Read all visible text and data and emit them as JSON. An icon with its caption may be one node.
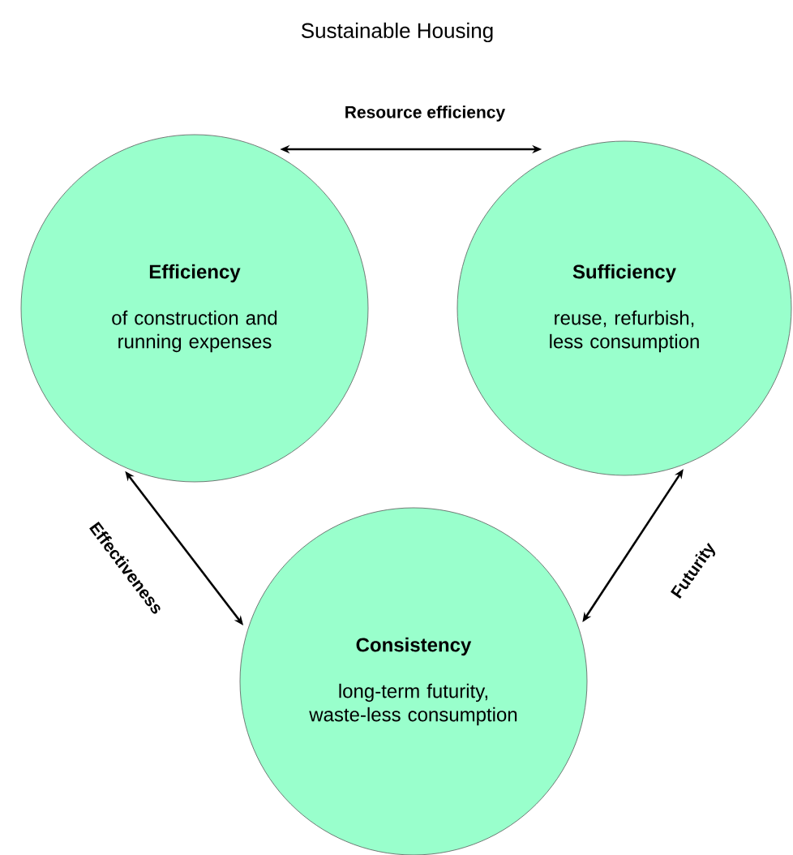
{
  "diagram": {
    "title": "Sustainable Housing",
    "nodes": [
      {
        "text": [
          "Efficiency",
          "of construction and running expenses"
        ]
      },
      {
        "text": [
          "Sufficiency",
          "reuse, refurbish, less consumption"
        ]
      },
      {
        "text": [
          "Consistency",
          "long-term futurity, waste-less consumption"
        ]
      }
    ],
    "edges": [
      {
        "from": 0,
        "to": 1,
        "arrow": "both",
        "label": "Resource efficiency"
      },
      {
        "from": 0,
        "to": 2,
        "arrow": "both",
        "label": "Effectiveness"
      },
      {
        "from": 1,
        "to": 2,
        "arrow": "both",
        "label": "Futurity"
      }
    ]
  }
}
